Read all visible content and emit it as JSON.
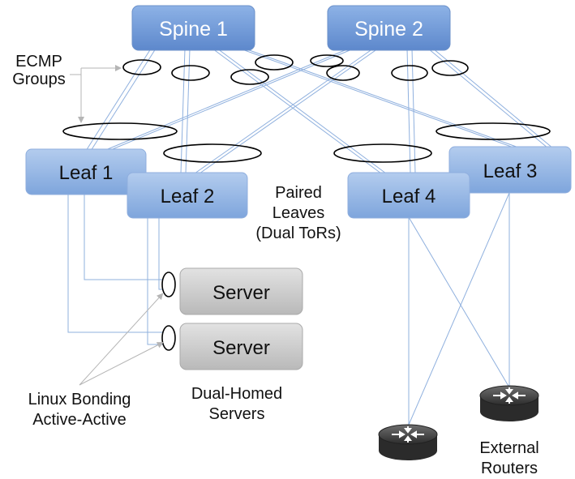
{
  "colors": {
    "switch_fill_top": "#a9c4ea",
    "switch_fill_bottom": "#7fa6dc",
    "switch_stroke": "#6b90c9",
    "spine_text": "#ffffff",
    "leaf_text": "#111111",
    "server_fill_top": "#d9d9d9",
    "server_fill_bottom": "#bdbdbd",
    "link_color": "#8fb0de",
    "annotation_arrow": "#b5b5b5",
    "router_body": "#333333"
  },
  "nodes": {
    "spine1": "Spine 1",
    "spine2": "Spine 2",
    "leaf1": "Leaf 1",
    "leaf2": "Leaf 2",
    "leaf3": "Leaf 3",
    "leaf4": "Leaf 4",
    "server_top": "Server",
    "server_bottom": "Server"
  },
  "labels": {
    "ecmp_line1": "ECMP",
    "ecmp_line2": "Groups",
    "paired_line1": "Paired",
    "paired_line2": "Leaves",
    "paired_line3": "(Dual ToRs)",
    "bonding_line1": "Linux Bonding",
    "bonding_line2": "Active-Active",
    "dualhomed_line1": "Dual-Homed",
    "dualhomed_line2": "Servers",
    "external_line1": "External",
    "external_line2": "Routers"
  },
  "icons": [
    "router-icon",
    "bond-ellipse-icon",
    "ecmp-ellipse-icon"
  ]
}
